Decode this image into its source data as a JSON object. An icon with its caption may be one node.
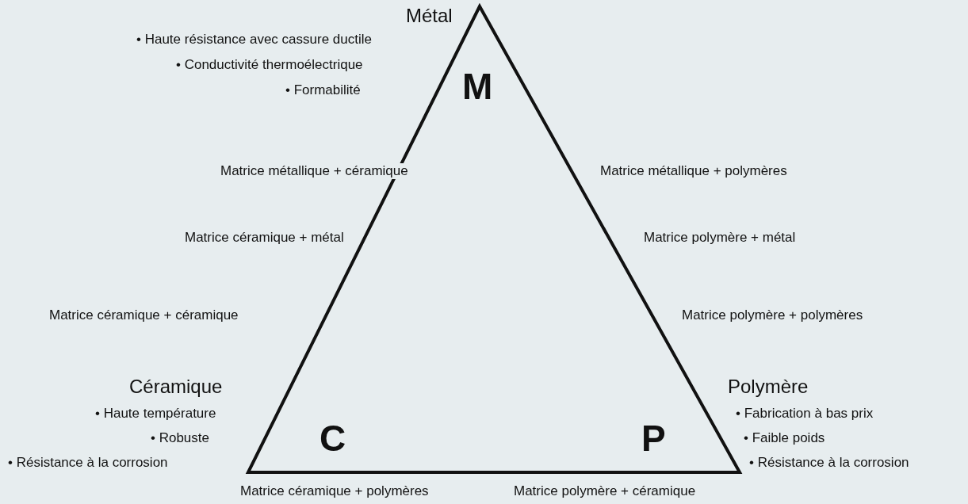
{
  "diagram": {
    "nodes": [
      {
        "text": [
          "M",
          "C",
          "P"
        ]
      }
    ],
    "edges": [],
    "labels": [
      "Métal",
      "• Haute résistance avec cassure ductile",
      "• Conductivité thermoélectrique",
      "• Formabilité",
      "Matrice métallique + céramique",
      "Matrice métallique + polymères",
      "Matrice céramique + métal",
      "Matrice polymère + métal",
      "Matrice céramique + céramique",
      "Matrice polymère + polymères",
      "Céramique",
      "• Haute température",
      "• Robuste",
      "• Résistance à la corrosion",
      "Polymère",
      "• Fabrication à bas prix",
      "• Faible poids",
      "• Résistance à la corrosion",
      "Matrice céramique + polymères",
      "Matrice polymère + céramique"
    ]
  }
}
